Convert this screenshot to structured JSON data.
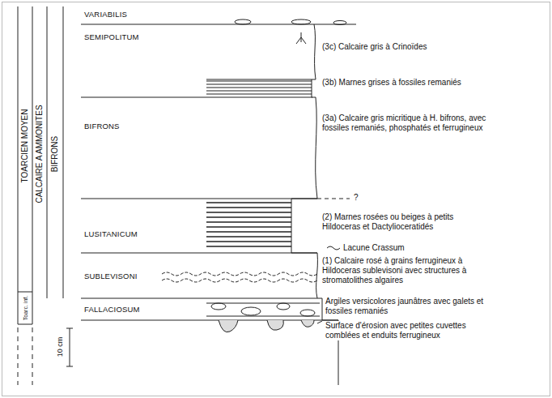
{
  "diagram": {
    "labels": [
      "TOARCIEN MOYEN",
      "CALCAIRE A AMMONITES",
      "BIFRONS",
      "Toarc. inf.",
      "VARIABILIS",
      "SEMIPOLITUM",
      "BIFRONS",
      "LUSITANICUM",
      "SUBLEVISONI",
      "FALLACIOSUM",
      "10 cm",
      "(3c) Calcaire gris à Crinoïdes",
      "(3b) Marnes grises à fossiles remaniés",
      "(3a) Calcaire gris micritique à H. bifrons, avec fossiles remaniés, phosphatés et ferrugineux",
      "?",
      "(2) Marnes rosées ou beiges à petits Hildoceras et Dactylioceratidés",
      "Lacune Crassum",
      "(1) Calcaire rosé à grains ferrugineux à Hildoceras sublevisoni avec structures à stromatolithes algaires",
      "Argiles versicolores jaunâtres avec galets et fossiles remaniés",
      "Surface d'érosion avec petites cuvettes comblées et enduits ferrugineux"
    ]
  }
}
